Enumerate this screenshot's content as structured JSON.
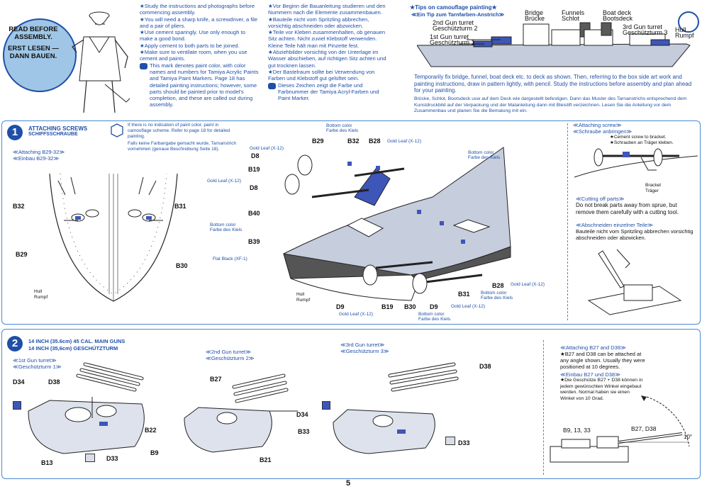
{
  "header": {
    "badge_line1": "READ BEFORE",
    "badge_line2": "ASSEMBLY.",
    "badge_line3": "ERST LESEN —",
    "badge_line4": "DANN BAUEN.",
    "instructions_en": [
      "★Study the instructions and photographs before commencing assembly.",
      "★You will need a sharp knife, a screwdriver, a file and a pair of pliers.",
      "★Use cement sparingly. Use only enough to make a good bond.",
      "★Apply cement to both parts to be joined.",
      "★Make sure to ventilate room, when you use cement and paints.",
      "This mark denotes paint color, with color names and numbers for Tamiya Acrylic Paints and Tamiya Paint Markers. Page 18 has detailed painting instructions; however, some parts should be painted prior to model's completion, and these are called out during assembly."
    ],
    "instructions_de": [
      "★Vor Beginn die Bauanleitung studieren und den Nummern nach die Elemente zusammenbauen.",
      "★Bauteile nicht vom Spritzling abbrechen, vorsichtig abschneiden oder abzwicken.",
      "★Teile vor Kleben zusammenhalten, ob genauen Sitz achten. Nicht zuviel Klebstoff verwenden. Kleine Teile hält man mit Pinzette fest.",
      "★Abziehbilder vorsichtig von der Unterlage im Wasser abschieben, auf richtigen Sitz achten und gut trocknen lassen.",
      "★Der Bastelraum sollte bei Verwendung von Farben und Klebstoff gut gelüftet sein.",
      "Dieses Zeichen zeigt die Farbe und Farbnummer der Tamiya Acryl-Farben und Paint Marker."
    ],
    "tips_title": "★Tips on camouflage painting★",
    "tips_title_de": "≪Ein Tip zum Tarnfarben-Anstrich≫",
    "tips_labels": {
      "bridge": "Bridge",
      "bridge_de": "Brücke",
      "funnels": "Funnels",
      "funnels_de": "Schlot",
      "boat_deck": "Boat deck",
      "boat_deck_de": "Bootsdeck",
      "gun2": "2nd Gun turret",
      "gun2_de": "Geschützturm 2",
      "gun1": "1st Gun turret",
      "gun1_de": "Geschützturm 1",
      "gun3": "3rd Gun turret",
      "gun3_de": "Geschützturm 3",
      "hull": "Hull",
      "hull_de": "Rumpf"
    },
    "tips_text_en": "Temporarily fix bridge, funnel, boat deck etc. to deck as shown. Then, referring to the box side art work and painting instructions, draw in pattern lightly, with pencil. Study the instructions before assembly and plan ahead for your painting.",
    "tips_text_de": "Brücke, Schlot, Bootsdeck usw auf dem Deck wie dargestellt befestigen. Dann das Muster des Tarnanstrichs entsprechend dem Kunstdruckbild auf der Verpackung und der Malanleitung dann mit Bleistift verzeichnen. Lesen Sie die Anleitung vor dem Zusammenbau und planen Sie die Bemalung mit ein."
  },
  "step1": {
    "number": "1",
    "title": "ATTACHING SCREWS",
    "title_de": "SCHIFFSSCHRAUBE",
    "note_en": "If there is no indication of paint color, paint in camouflage scheme. Refer to page 18 for detailed painting.",
    "note_de": "Falls keine Farbangabe gemacht wurde, Tarnanstrich vornehmen (genaue Beschreibung Seite 18).",
    "sub_en": "≪Attaching B29-32≫",
    "sub_de": "≪Einbau B29-32≫",
    "labels": {
      "b32": "B32",
      "b31": "B31",
      "b29": "B29",
      "b30": "B30",
      "hull": "Hull",
      "hull_de": "Rumpf",
      "d8": "D8",
      "b19": "B19",
      "b40": "B40",
      "b39": "B39",
      "b28": "B28",
      "d9": "D9",
      "gold_leaf": "Gold Leaf (X-12)",
      "bottom_color": "Bottom color",
      "bottom_color_de": "Farbe des Kiels",
      "flat_black": "Flat Black (XF-1)"
    },
    "side_screw_title": "≪Attaching screw≫",
    "side_screw_title_de": "≪Schraube anbringen≫",
    "side_screw_note": "★Cement screw to bracket.",
    "side_screw_note_de": "★Schrauben an Träger kleben.",
    "bracket": "Bracket",
    "bracket_de": "Träger",
    "cut_title": "≪Cutting off parts≫",
    "cut_text": "Do not break parts away from sprue, but remove them carefully with a cutting tool.",
    "cut_title_de": "≪Abschneiden einzelner Teile≫",
    "cut_text_de": "Bauteile nicht vom Spritzling abbrechen vorsichtig abschneiden oder abzwicken."
  },
  "step2": {
    "number": "2",
    "title": "14 INCH (35.6cm) 45 CAL. MAIN GUNS",
    "title_de": "14 INCH (35,6cm) GESCHÜTZTURM",
    "t1": "≪1st Gun turret≫",
    "t1_de": "≪Geschützturm 1≫",
    "t2": "≪2nd Gun turret≫",
    "t2_de": "≪Geschützturm 2≫",
    "t3": "≪3rd Gun turret≫",
    "t3_de": "≪Geschützturm 3≫",
    "labels": {
      "d34": "D34",
      "d38": "D38",
      "b13": "B13",
      "d33": "D33",
      "b27": "B27",
      "b22": "B22",
      "b9": "B9",
      "b21": "B21",
      "b33": "B33"
    },
    "attach_title": "≪Attaching B27 and D38≫",
    "attach_text": "★B27 and D38 can be attached at any angle shown. Usually they were positioned at 10 degrees.",
    "attach_title_de": "≪Einbau B27 und D38≫",
    "attach_text_de": "★Die Geschütze B27 + D38 können in jedem gewünschten Winkel eingebaut werden. Normal haben sie einen Winkel von 10 Grad.",
    "diagram_label_left": "B9, 13, 33",
    "diagram_label_right": "B27, D38",
    "angle": "10°"
  },
  "page_number": "5"
}
